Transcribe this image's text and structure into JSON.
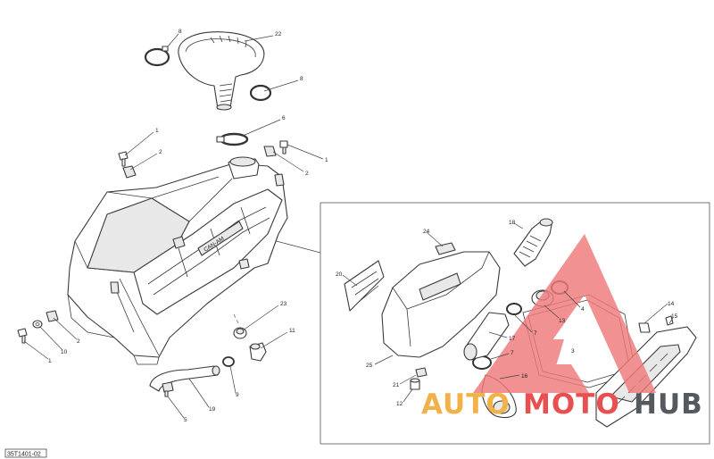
{
  "diagram": {
    "reference_code": "35T1401-02",
    "callouts": [
      {
        "id": "c8a",
        "label": "8"
      },
      {
        "id": "c22",
        "label": "22"
      },
      {
        "id": "c8b",
        "label": "8"
      },
      {
        "id": "c6",
        "label": "6"
      },
      {
        "id": "c1a",
        "label": "1"
      },
      {
        "id": "c2a",
        "label": "2"
      },
      {
        "id": "c1b",
        "label": "1"
      },
      {
        "id": "c2b",
        "label": "2"
      },
      {
        "id": "c23",
        "label": "23"
      },
      {
        "id": "c11",
        "label": "11"
      },
      {
        "id": "c10",
        "label": "10"
      },
      {
        "id": "c2c",
        "label": "2"
      },
      {
        "id": "c1c",
        "label": "1"
      },
      {
        "id": "c9",
        "label": "9"
      },
      {
        "id": "c19",
        "label": "19"
      },
      {
        "id": "c5",
        "label": "5"
      },
      {
        "id": "c18",
        "label": "18"
      },
      {
        "id": "c24",
        "label": "24"
      },
      {
        "id": "c20",
        "label": "20"
      },
      {
        "id": "c4",
        "label": "4"
      },
      {
        "id": "c13",
        "label": "13"
      },
      {
        "id": "c14",
        "label": "14"
      },
      {
        "id": "c15",
        "label": "15"
      },
      {
        "id": "c7a",
        "label": "7"
      },
      {
        "id": "c17",
        "label": "17"
      },
      {
        "id": "c3",
        "label": "3"
      },
      {
        "id": "c7b",
        "label": "7"
      },
      {
        "id": "c25",
        "label": "25"
      },
      {
        "id": "c16",
        "label": "16"
      },
      {
        "id": "c21",
        "label": "21"
      },
      {
        "id": "c12",
        "label": "12"
      }
    ]
  },
  "watermark": {
    "brand_part_1": "AUTO",
    "brand_part_2": "MOTO",
    "brand_part_3": "HUB",
    "colors": {
      "triangle": "#f07a7a",
      "auto": "#f2b24a",
      "moto": "#e84f4f",
      "hub": "#555a60"
    }
  },
  "decal_text": "CAN-AM"
}
